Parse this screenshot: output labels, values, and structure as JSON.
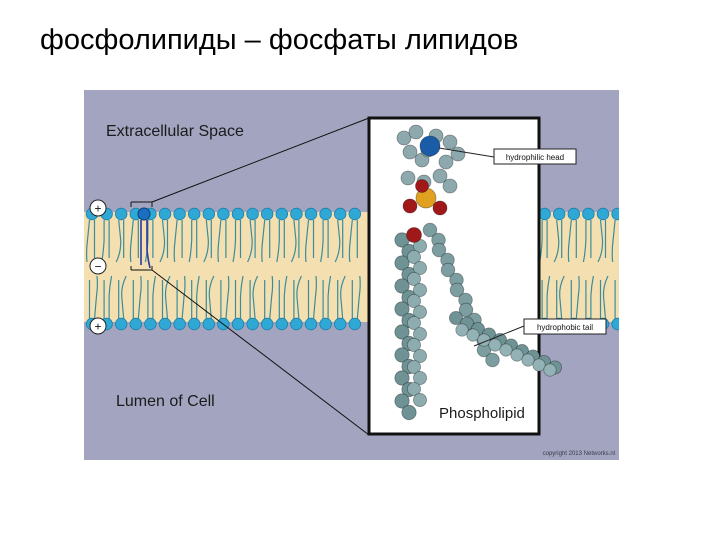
{
  "slide": {
    "title": "фосфолипиды – фосфаты липидов"
  },
  "diagram": {
    "region_top": "Extracellular Space",
    "region_bottom": "Lumen of Cell",
    "charges": [
      "+",
      "−",
      "+"
    ],
    "callout_head": "hydrophilic head",
    "callout_tail": "hydrophobic tail",
    "molecule_label": "Phospholipid",
    "copyright": "copyright 2013 Networks.nl",
    "colors": {
      "background": "#a2a4c0",
      "membrane_core": "#f4dfb0",
      "head_bead": "#2fa8d6",
      "tail_line": "#3a8d9c",
      "atom_carbon": "#7fa0a4",
      "atom_nitrogen": "#1a5ca8",
      "atom_phosphorus": "#e0a020",
      "atom_oxygen": "#a01818"
    }
  }
}
